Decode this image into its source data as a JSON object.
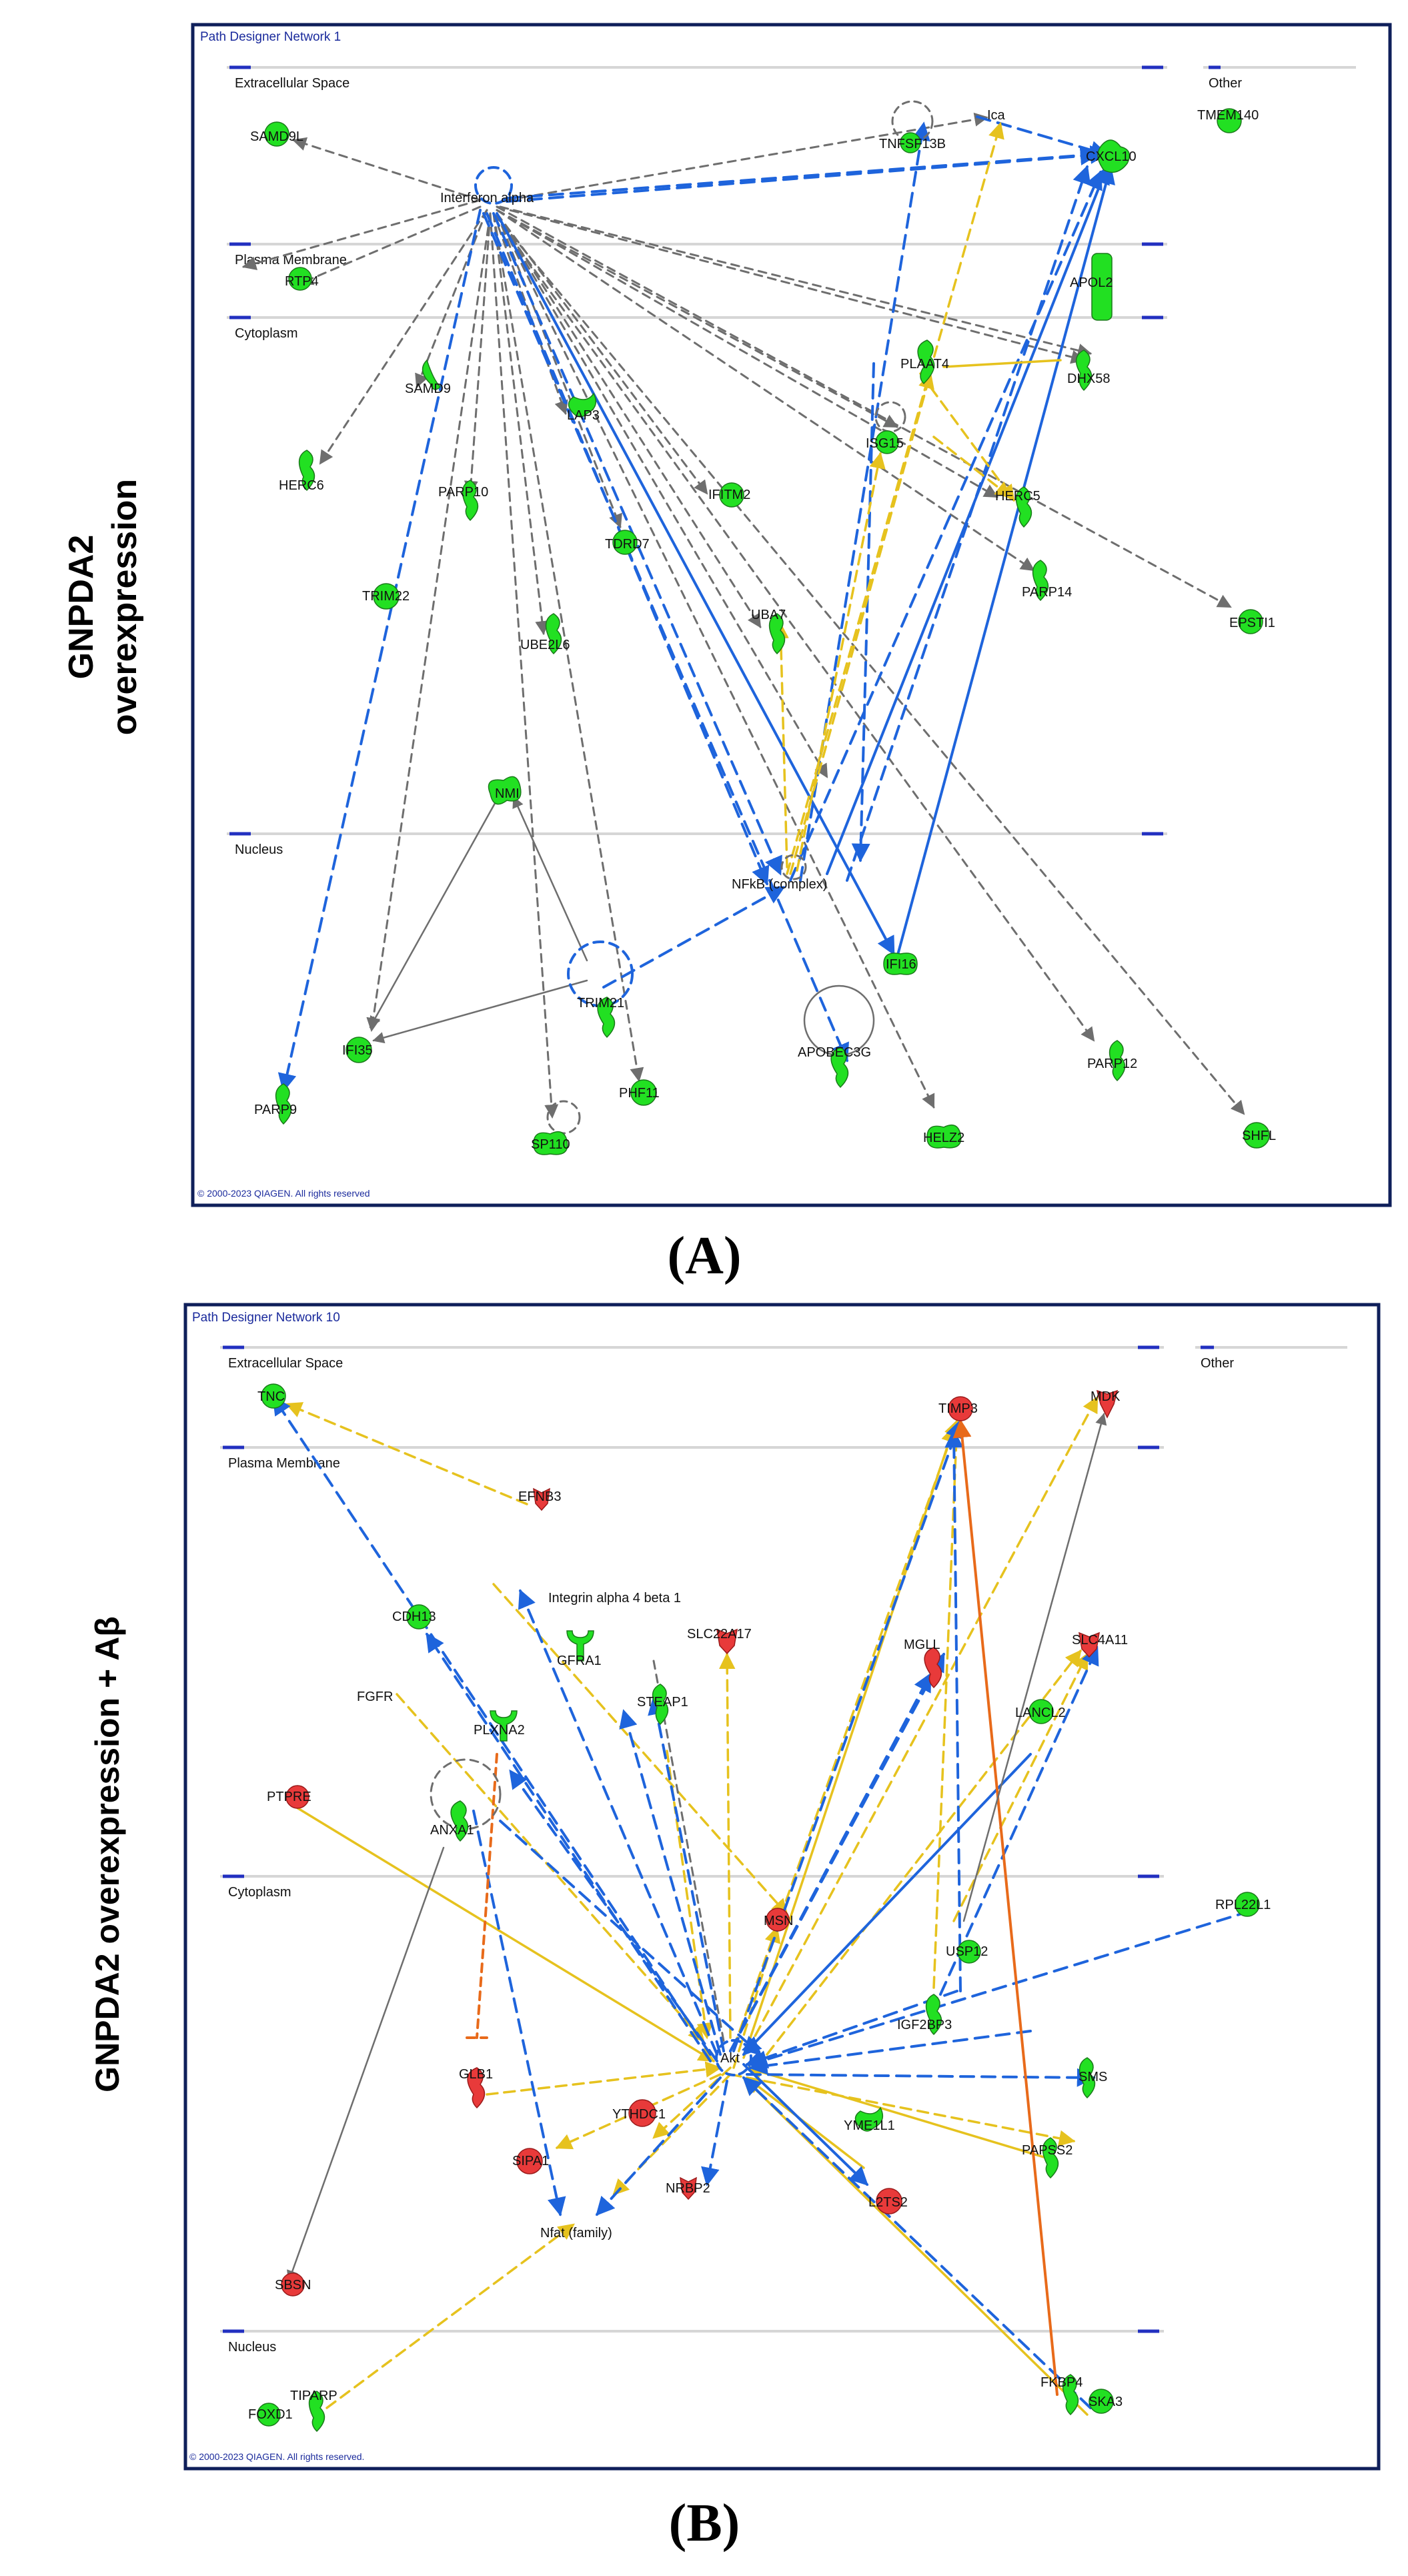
{
  "colors": {
    "green": "#22e022",
    "red": "#e83a3a",
    "blue": "#1e64dc",
    "gray": "#6e6e6e",
    "yellow": "#e6c21e",
    "orange": "#e86a1a",
    "frame": "#0f1f5a"
  },
  "left_labels": {
    "a_line1": "GNPDA2",
    "a_line2": "overexpression",
    "b": "GNPDA2 overexpression + Aβ"
  },
  "panel_letters": {
    "a": "(A)",
    "b": "(B)"
  },
  "panelA": {
    "title": "Path Designer Network 1",
    "copyright": "© 2000-2023 QIAGEN. All rights reserved",
    "locations": {
      "extracellular": "Extracellular Space",
      "other": "Other",
      "plasma": "Plasma Membrane",
      "cytoplasm": "Cytoplasm",
      "nucleus": "Nucleus"
    },
    "nodes": {
      "samd9l": "SAMD9L",
      "tnfsf13b": "TNFSF13B",
      "ica": "Ica",
      "tmem140": "TMEM140",
      "cxcl10": "CXCL10",
      "ifna": "Interferon alpha",
      "rtp4": "RTP4",
      "apol2": "APOL2",
      "samd9": "SAMD9",
      "lap3": "LAP3",
      "plaat4": "PLAAT4",
      "dhx58": "DHX58",
      "herc6": "HERC6",
      "parp10": "PARP10",
      "ifitm2": "IFITM2",
      "isg15": "ISG15",
      "herc5": "HERC5",
      "trim22": "TRIM22",
      "tdrd7": "TDRD7",
      "parp14": "PARP14",
      "epsti1": "EPSTI1",
      "ube2l6": "UBE2L6",
      "uba7": "UBA7",
      "nmi": "NMI",
      "nfkb": "NFkB (complex)",
      "trim21": "TRIM21",
      "ifi16": "IFI16",
      "ifi35": "IFI35",
      "apobec3g": "APOBEC3G",
      "parp12": "PARP12",
      "parp9": "PARP9",
      "phf11": "PHF11",
      "sp110": "SP110",
      "helz2": "HELZ2",
      "shfl": "SHFL"
    }
  },
  "panelB": {
    "title": "Path Designer Network 10",
    "copyright": "© 2000-2023 QIAGEN. All rights reserved.",
    "locations": {
      "extracellular": "Extracellular Space",
      "other": "Other",
      "plasma": "Plasma Membrane",
      "cytoplasm": "Cytoplasm",
      "nucleus": "Nucleus"
    },
    "nodes": {
      "tnc": "TNC",
      "timp3": "TIMP3",
      "mdk": "MDK",
      "efnb3": "EFNB3",
      "integrin": "Integrin alpha 4 beta 1",
      "cdh13": "CDH13",
      "slc22a17": "SLC22A17",
      "gfra1": "GFRA1",
      "mgll": "MGLL",
      "slc4a11": "SLC4A11",
      "fgfr": "FGFR",
      "steap1": "STEAP1",
      "lancl2": "LANCL2",
      "ptpre": "PTPRE",
      "plxna2": "PLXNA2",
      "anxa1": "ANXA1",
      "msn": "MSN",
      "rpl22l1": "RPL22L1",
      "usp12": "USP12",
      "igf2bp3": "IGF2BP3",
      "akt": "Akt",
      "glb1": "GLB1",
      "ythdc1": "YTHDC1",
      "yme1l1": "YME1L1",
      "sms": "SMS",
      "sipa1": "SIPA1",
      "papss2": "PAPSS2",
      "nrbp2": "NRBP2",
      "l2ts2": "L2TS2",
      "nfat": "Nfat (family)",
      "sbsn": "SBSN",
      "fkbp4": "FKBP4",
      "ska3": "SKA3",
      "tiparp": "TIPARP",
      "foxd1": "FOXD1"
    }
  }
}
